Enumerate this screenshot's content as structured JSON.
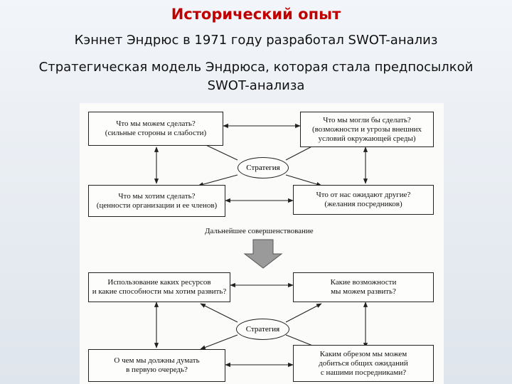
{
  "slide": {
    "title": "Исторический опыт",
    "subtitle1": "Кэннет Эндрюс в 1971 году разработал SWOT-анализ",
    "subtitle2_line1": "Стратегическая  модель  Эндрюса, которая стала предпосылкой",
    "subtitle2_line2": "SWOT-анализа"
  },
  "diagram": {
    "top": {
      "box_tl_1": "Что мы можем сделать?",
      "box_tl_2": "(сильные стороны и слабости)",
      "box_tr_1": "Что мы могли бы сделать?",
      "box_tr_2": "(возможности и угрозы внешних",
      "box_tr_3": "условий окружающей среды)",
      "center": "Стратегия",
      "box_bl_1": "Что мы хотим сделать?",
      "box_bl_2": "(ценности организации и ее членов)",
      "box_br_1": "Что от нас ожидают другие?",
      "box_br_2": "(желания посредников)"
    },
    "transition": "Дальнейшее совершенствование",
    "bottom": {
      "box_tl_1": "Использование каких ресурсов",
      "box_tl_2": "и какие способности мы хотим развить?",
      "box_tr_1": "Какие возможности",
      "box_tr_2": "мы можем развить?",
      "center": "Стратегия",
      "box_bl_1": "О чем мы должны думать",
      "box_bl_2": "в первую очередь?",
      "box_br_1": "Каким обрезом мы можем",
      "box_br_2": "добиться общих ожиданий",
      "box_br_3": "с нашими посредниками?"
    }
  }
}
